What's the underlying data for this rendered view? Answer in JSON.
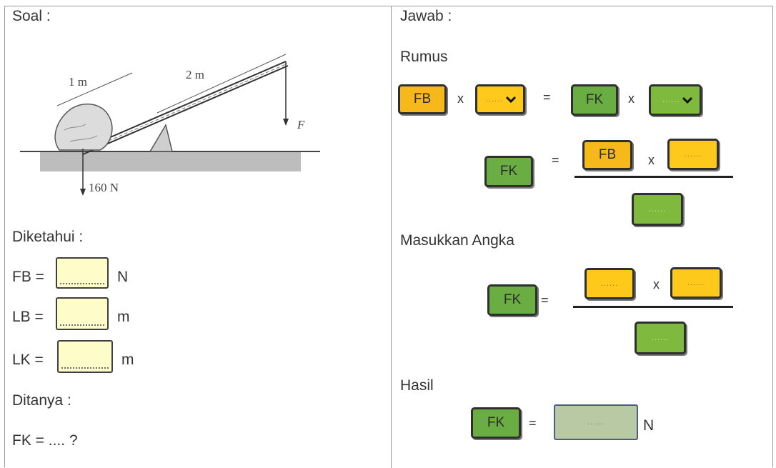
{
  "left": {
    "soal_label": "Soal :",
    "figure": {
      "length_left": "1 m",
      "length_right": "2 m",
      "force_label": "F",
      "weight_label": "160 N"
    },
    "diketahui_label": "Diketahui :",
    "fields": [
      {
        "name": "FB =",
        "unit": "N"
      },
      {
        "name": "LB =",
        "unit": "m"
      },
      {
        "name": "LK =",
        "unit": "m"
      }
    ],
    "ditanya_label": "Ditanya :",
    "question": "FK = .... ?"
  },
  "right": {
    "jawab_label": "Jawab :",
    "rumus_label": "Rumus",
    "masukkan_label": "Masukkan Angka",
    "hasil_label": "Hasil",
    "fb": "FB",
    "fk": "FK",
    "times": "x",
    "equals": "=",
    "dots": "......",
    "unit_n": "N"
  },
  "colors": {
    "yellow": "#f7b81c",
    "green": "#69ad43",
    "input_bg": "#fefcc8",
    "result_bg": "#b9c9a3"
  }
}
